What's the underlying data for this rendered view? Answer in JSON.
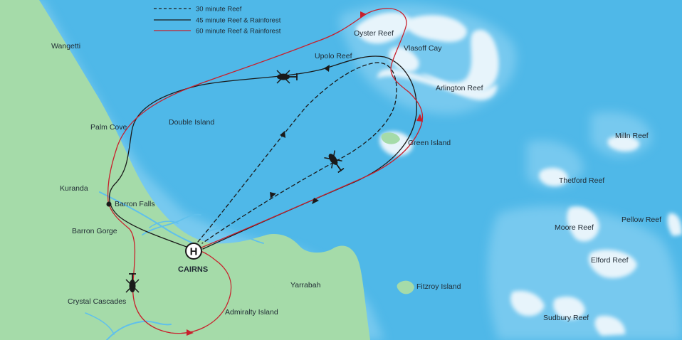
{
  "legend": {
    "items": [
      {
        "label": "30 minute Reef",
        "style": "dashed",
        "color": "#1a1a1a"
      },
      {
        "label": "45 minute Reef & Rainforest",
        "style": "solid",
        "color": "#1a1a1a"
      },
      {
        "label": "60 minute Reef & Rainforest",
        "style": "solid",
        "color": "#c8202c"
      }
    ]
  },
  "places": {
    "wangetti": "Wangetti",
    "palm_cove": "Palm Cove",
    "double_island": "Double Island",
    "kuranda": "Kuranda",
    "barron_falls": "Barron Falls",
    "barron_gorge": "Barron Gorge",
    "cairns": "CAIRNS",
    "crystal_cascades": "Crystal Cascades",
    "admiralty_island": "Admiralty Island",
    "yarrabah": "Yarrabah",
    "fitzroy_island": "Fitzroy Island",
    "green_island": "Green Island",
    "upolo_reef": "Upolo Reef",
    "oyster_reef": "Oyster Reef",
    "vlasoff_cay": "Vlasoff Cay",
    "arlington_reef": "Arlington Reef",
    "milln_reef": "Milln Reef",
    "thetford_reef": "Thetford Reef",
    "pellow_reef": "Pellow Reef",
    "moore_reef": "Moore Reef",
    "elford_reef": "Elford Reef",
    "sudbury_reef": "Sudbury Reef"
  },
  "heliport_symbol": "H",
  "colors": {
    "ocean": "#4fb8e8",
    "land": "#a5dba9",
    "reef": "#e7f4fb",
    "route_black": "#1a1a1a",
    "route_red": "#c8202c"
  }
}
